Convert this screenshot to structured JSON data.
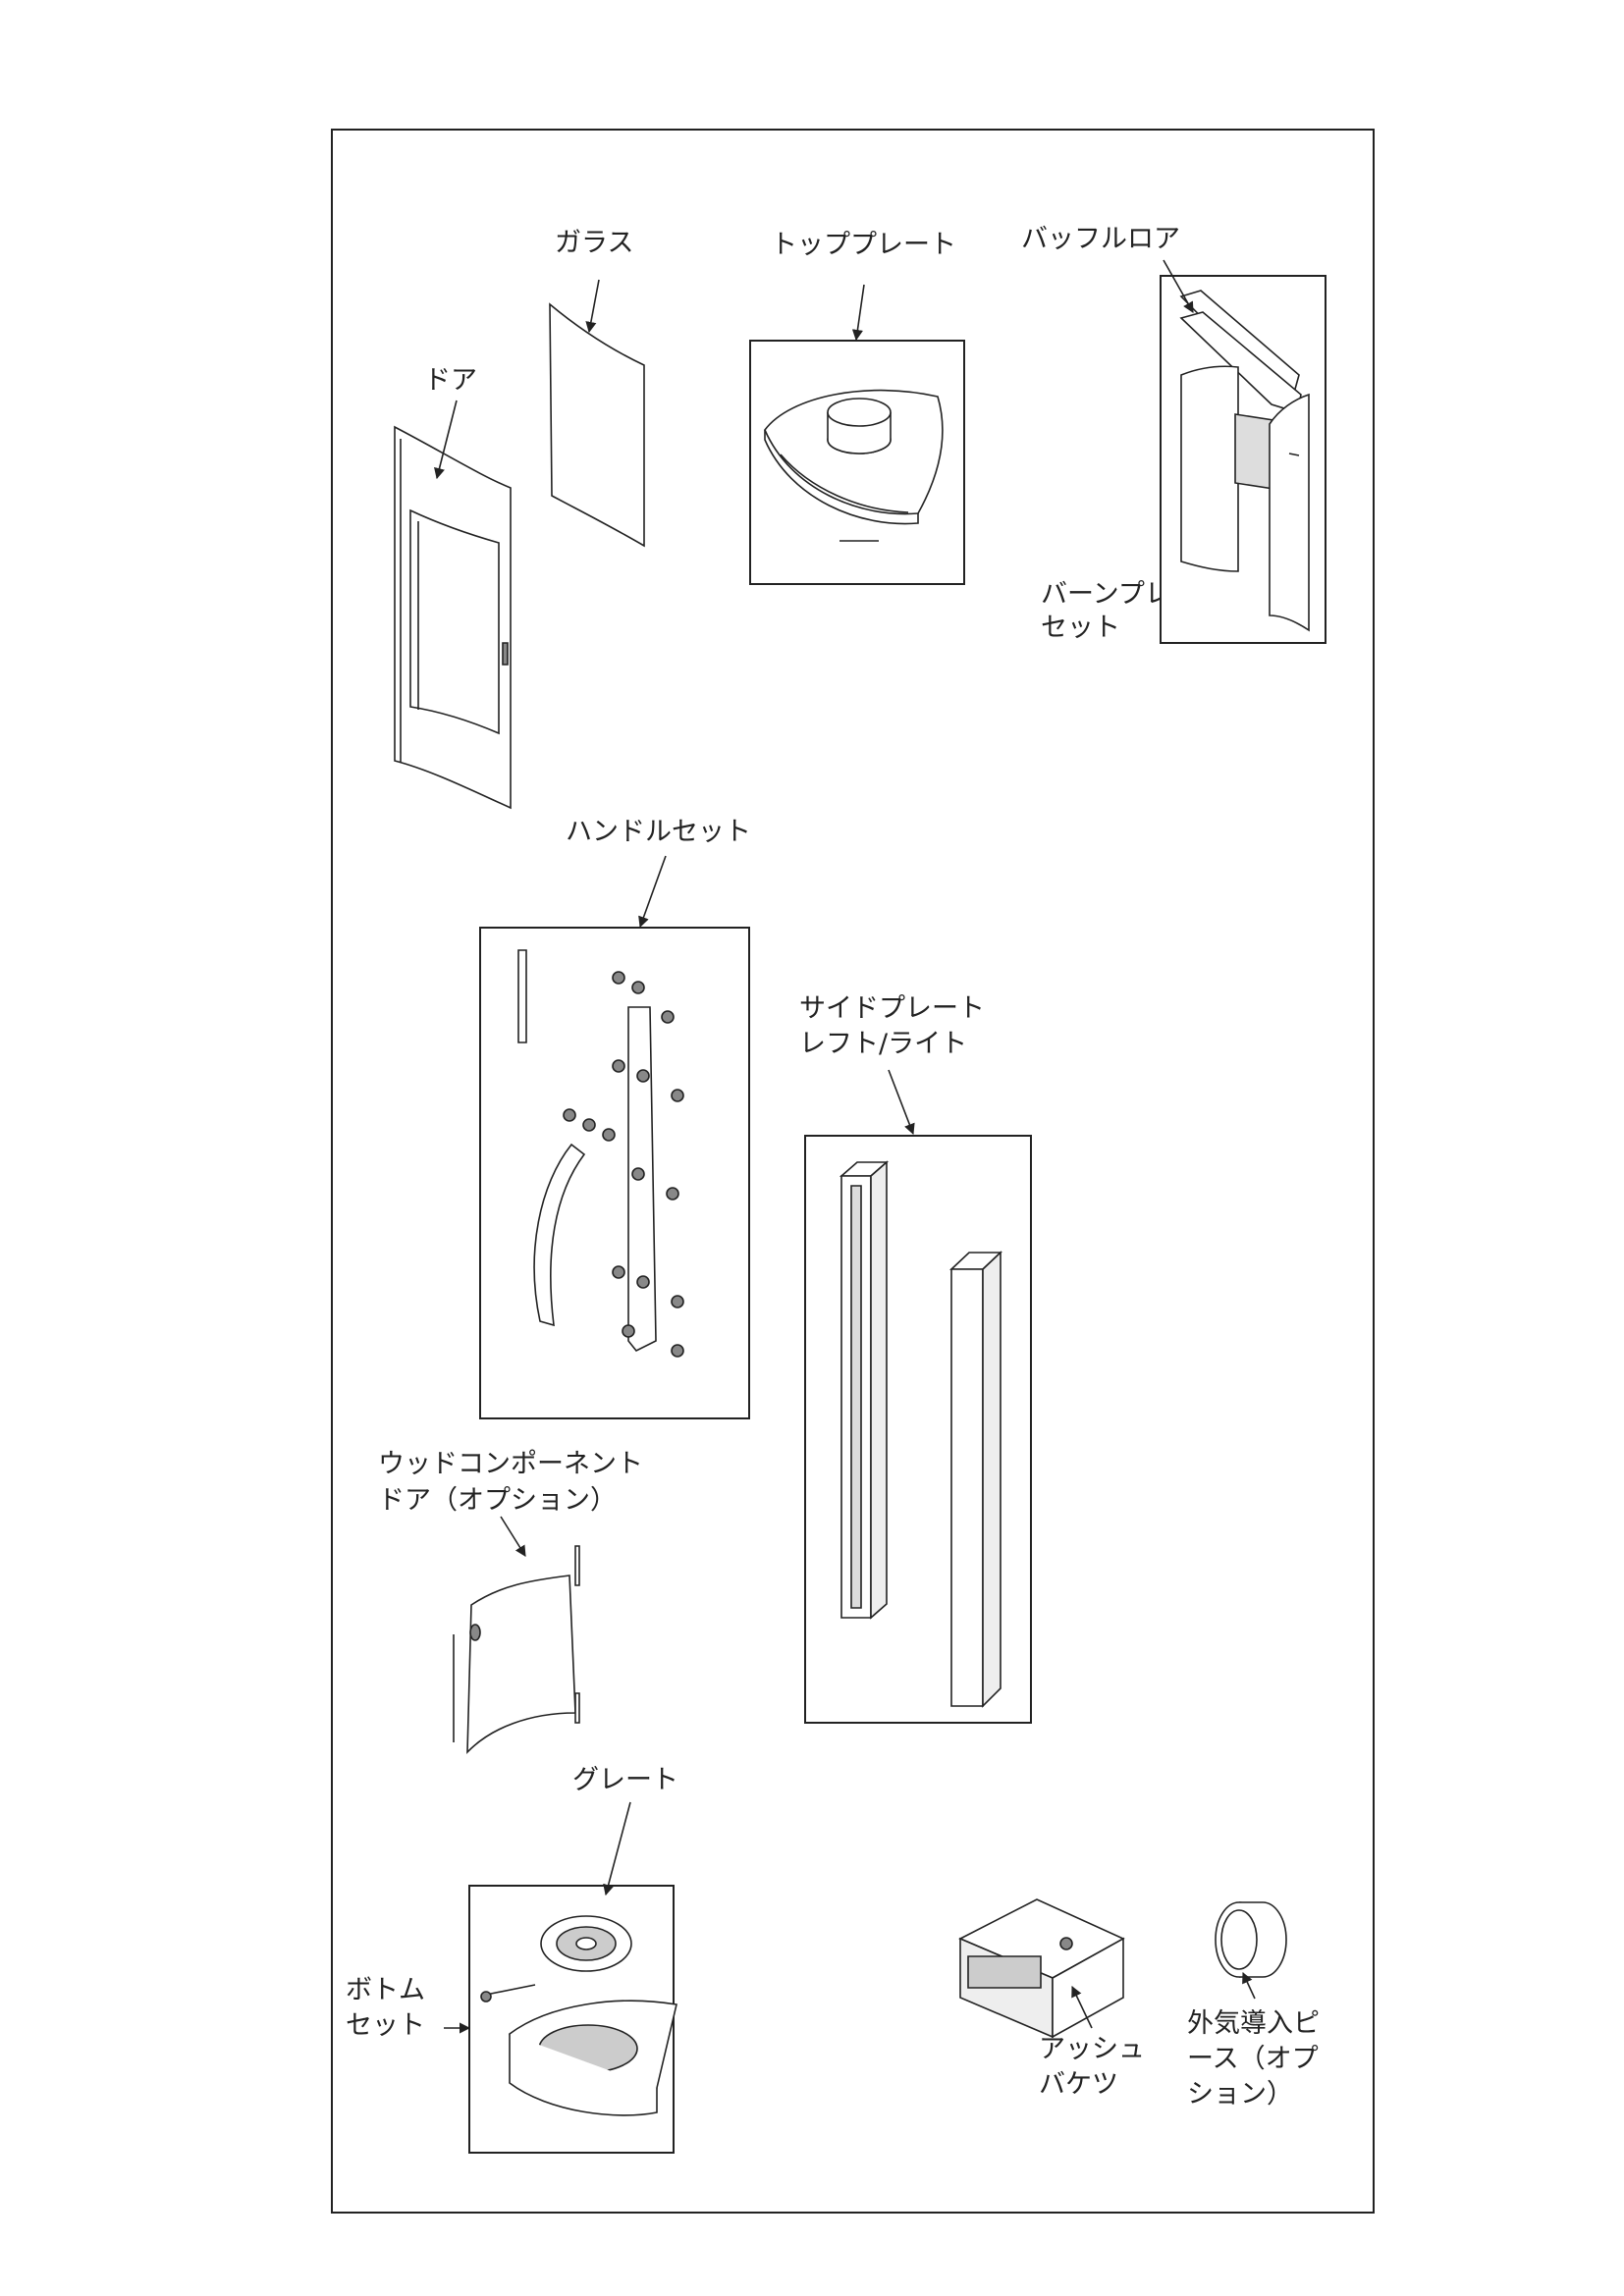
{
  "labels": {
    "glass": "ガラス",
    "top_plate": "トッププレート",
    "baffle_lower": "バッフルロア",
    "door": "ドア",
    "burn_plate_set": [
      "バーンプレート",
      "セット"
    ],
    "handle_set": "ハンドルセット",
    "side_plate": [
      "サイドプレート",
      "レフト/ライト"
    ],
    "wood_component_door": [
      "ウッドコンポーネント",
      "ドア（オプション）"
    ],
    "grate": "グレート",
    "bottom_set": [
      "ボトム",
      "セット"
    ],
    "ash_bucket": [
      "アッシュ",
      "バケツ"
    ],
    "outside_air_piece": [
      "外気導入ピ",
      "ース（オプ",
      "ション）"
    ]
  },
  "colors": {
    "line": "#222222",
    "background": "#ffffff"
  }
}
